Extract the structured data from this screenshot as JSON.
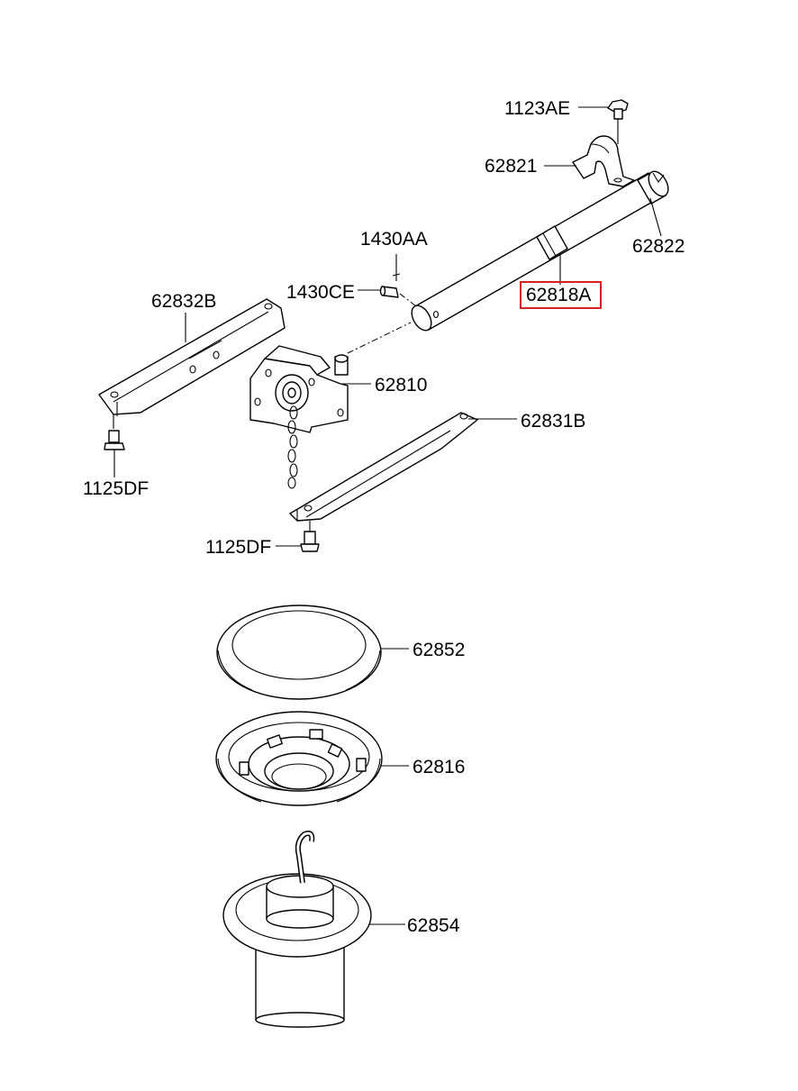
{
  "labels": {
    "p1123AE": "1123AE",
    "p62821": "62821",
    "p62822": "62822",
    "p1430AA": "1430AA",
    "p1430CE": "1430CE",
    "p62818A": "62818A",
    "p62832B": "62832B",
    "p62810": "62810",
    "p62831B": "62831B",
    "p1125DF_left": "1125DF",
    "p1125DF_bottom": "1125DF",
    "p62852": "62852",
    "p62816": "62816",
    "p62854": "62854"
  },
  "highlighted_part": "62818A",
  "colors": {
    "line": "#000000",
    "highlight": "#d62020",
    "background": "#ffffff"
  }
}
